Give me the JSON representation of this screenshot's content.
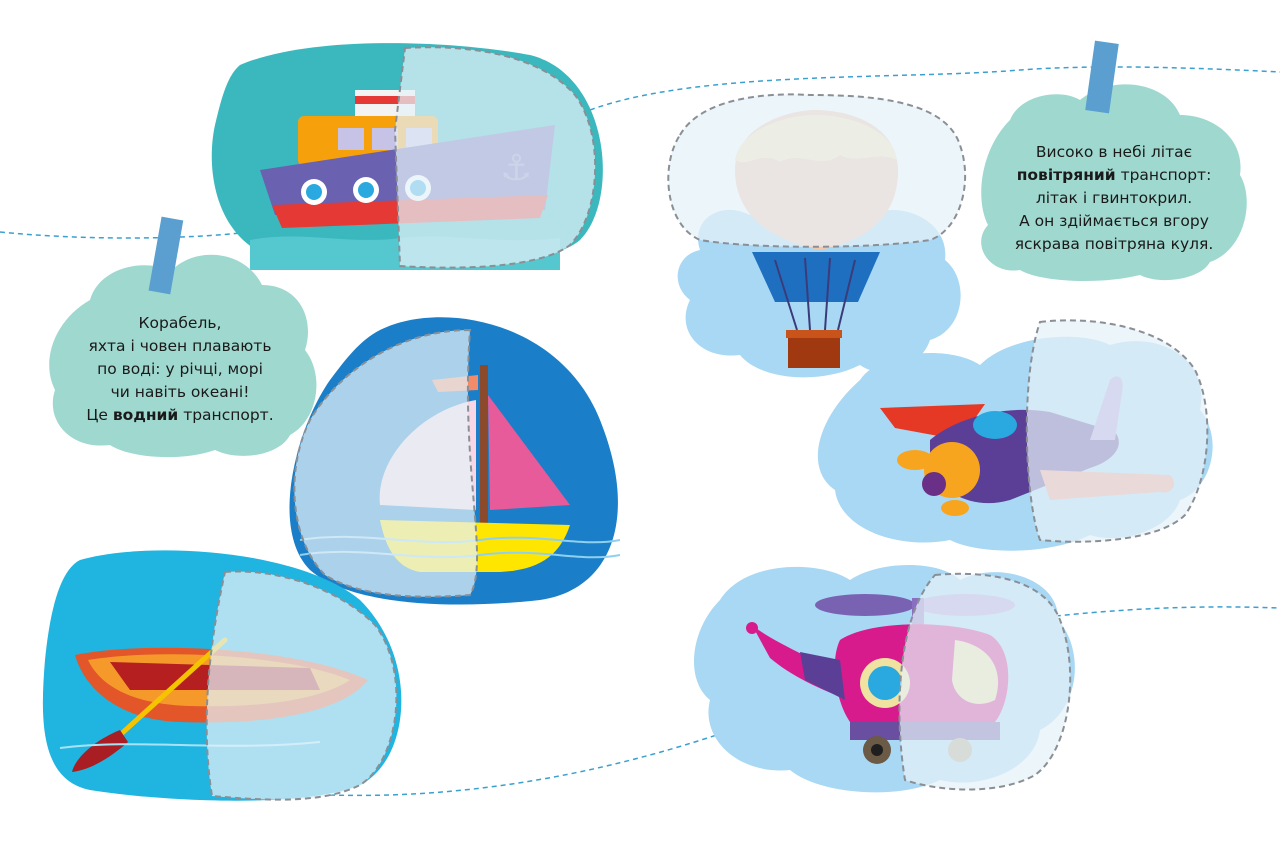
{
  "water_note": {
    "lines": [
      {
        "parts": [
          {
            "text": "Корабель,",
            "bold": false
          }
        ]
      },
      {
        "parts": [
          {
            "text": "яхта і човен плавають",
            "bold": false
          }
        ]
      },
      {
        "parts": [
          {
            "text": "по воді: у річці, морі",
            "bold": false
          }
        ]
      },
      {
        "parts": [
          {
            "text": "чи навіть океані!",
            "bold": false
          }
        ]
      },
      {
        "parts": [
          {
            "text": "Це ",
            "bold": false
          },
          {
            "text": "водний",
            "bold": true
          },
          {
            "text": " транспорт.",
            "bold": false
          }
        ]
      }
    ]
  },
  "air_note": {
    "lines": [
      {
        "parts": [
          {
            "text": "Високо в небі літає",
            "bold": false
          }
        ]
      },
      {
        "parts": [
          {
            "text": "повітряний",
            "bold": true
          },
          {
            "text": " транспорт:",
            "bold": false
          }
        ]
      },
      {
        "parts": [
          {
            "text": "літак і гвинтокрил.",
            "bold": false
          }
        ]
      },
      {
        "parts": [
          {
            "text": "А он здіймається вгору",
            "bold": false
          }
        ]
      },
      {
        "parts": [
          {
            "text": "яскрава повітряна куля.",
            "bold": false
          }
        ]
      }
    ]
  },
  "stickers": [
    {
      "name": "ship-sticker",
      "icon": "ship-icon"
    },
    {
      "name": "sailboat-sticker",
      "icon": "sailboat-icon"
    },
    {
      "name": "rowboat-sticker",
      "icon": "rowboat-icon"
    },
    {
      "name": "balloon-sticker",
      "icon": "hot-air-balloon-icon"
    },
    {
      "name": "airplane-sticker",
      "icon": "airplane-icon"
    },
    {
      "name": "helicopter-sticker",
      "icon": "helicopter-icon"
    }
  ],
  "colors": {
    "teal_blob": "#3bb8bd",
    "deep_blue_blob": "#1a7fc8",
    "cyan_blob": "#20b4e0",
    "sky_cloud": "#a8d8f4",
    "note_cloud": "#9fd8cf",
    "tape": "#5a9fcf",
    "dashed_line": "#3aa0d0",
    "overlay": "#e4f1f8"
  }
}
